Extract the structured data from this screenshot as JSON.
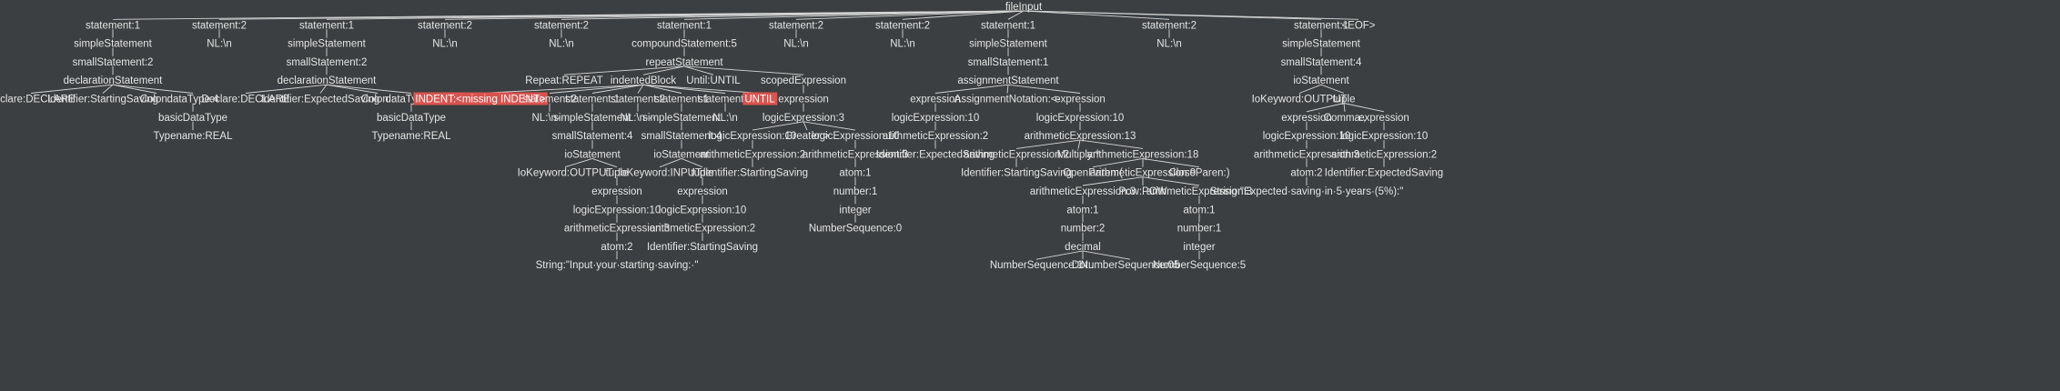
{
  "tree": {
    "root": {
      "id": "root",
      "label": "fileInput"
    },
    "nodes": [
      {
        "id": "s1",
        "parent": "root",
        "label": "statement:1"
      },
      {
        "id": "s1a",
        "parent": "s1",
        "label": "simpleStatement"
      },
      {
        "id": "s1b",
        "parent": "s1a",
        "label": "smallStatement:2"
      },
      {
        "id": "s1c",
        "parent": "s1b",
        "label": "declarationStatement"
      },
      {
        "id": "s1d1",
        "parent": "s1c",
        "label": "Declare:DECLARE"
      },
      {
        "id": "s1d2",
        "parent": "s1c",
        "label": "Identifier:StartingSaving"
      },
      {
        "id": "s1d3",
        "parent": "s1c",
        "label": "Colon::"
      },
      {
        "id": "s1d4",
        "parent": "s1c",
        "label": "dataType:4"
      },
      {
        "id": "s1e",
        "parent": "s1d4",
        "label": "basicDataType"
      },
      {
        "id": "s1f",
        "parent": "s1e",
        "label": "Typename:REAL"
      },
      {
        "id": "s2",
        "parent": "root",
        "label": "statement:2"
      },
      {
        "id": "s2a",
        "parent": "s2",
        "label": "NL:\\n"
      },
      {
        "id": "s3",
        "parent": "root",
        "label": "statement:1"
      },
      {
        "id": "s3a",
        "parent": "s3",
        "label": "simpleStatement"
      },
      {
        "id": "s3b",
        "parent": "s3a",
        "label": "smallStatement:2"
      },
      {
        "id": "s3c",
        "parent": "s3b",
        "label": "declarationStatement"
      },
      {
        "id": "s3d1",
        "parent": "s3c",
        "label": "Declare:DECLARE"
      },
      {
        "id": "s3d2",
        "parent": "s3c",
        "label": "Identifier:ExpectedSaving"
      },
      {
        "id": "s3d3",
        "parent": "s3c",
        "label": "Colon::"
      },
      {
        "id": "s3d4",
        "parent": "s3c",
        "label": "dataType:4"
      },
      {
        "id": "s3e",
        "parent": "s3d4",
        "label": "basicDataType"
      },
      {
        "id": "s3f",
        "parent": "s3e",
        "label": "Typename:REAL"
      },
      {
        "id": "s4",
        "parent": "root",
        "label": "statement:2"
      },
      {
        "id": "s4a",
        "parent": "s4",
        "label": "NL:\\n"
      },
      {
        "id": "s5",
        "parent": "root",
        "label": "statement:2"
      },
      {
        "id": "s5a",
        "parent": "s5",
        "label": "NL:\\n"
      },
      {
        "id": "s6",
        "parent": "root",
        "label": "statement:1"
      },
      {
        "id": "s6a",
        "parent": "s6",
        "label": "compoundStatement:5"
      },
      {
        "id": "s6b",
        "parent": "s6a",
        "label": "repeatStatement"
      },
      {
        "id": "rp",
        "parent": "s6b",
        "label": "Repeat:REPEAT"
      },
      {
        "id": "ib",
        "parent": "s6b",
        "label": "indentedBlock"
      },
      {
        "id": "ut",
        "parent": "s6b",
        "label": "Until:UNTIL"
      },
      {
        "id": "se",
        "parent": "s6b",
        "label": "scopedExpression"
      },
      {
        "id": "ib1",
        "parent": "ib",
        "label": "INDENT:<missing INDENT>",
        "error": true
      },
      {
        "id": "ib2",
        "parent": "ib",
        "label": "statement:2"
      },
      {
        "id": "ib2a",
        "parent": "ib2",
        "label": "NL:\\n···"
      },
      {
        "id": "ib3",
        "parent": "ib",
        "label": "statement:1"
      },
      {
        "id": "ib3a",
        "parent": "ib3",
        "label": "simpleStatement"
      },
      {
        "id": "ib3b",
        "parent": "ib3a",
        "label": "smallStatement:4"
      },
      {
        "id": "ib3c",
        "parent": "ib3b",
        "label": "ioStatement"
      },
      {
        "id": "ib3d1",
        "parent": "ib3c",
        "label": "IoKeyword:OUTPUT"
      },
      {
        "id": "ib3d2",
        "parent": "ib3c",
        "label": "tuple"
      },
      {
        "id": "ib3e",
        "parent": "ib3d2",
        "label": "expression"
      },
      {
        "id": "ib3f",
        "parent": "ib3e",
        "label": "logicExpression:10"
      },
      {
        "id": "ib3g",
        "parent": "ib3f",
        "label": "arithmeticExpression:3"
      },
      {
        "id": "ib3h",
        "parent": "ib3g",
        "label": "atom:2"
      },
      {
        "id": "ib3i",
        "parent": "ib3h",
        "label": "String:\"Input·your·starting·saving:·\""
      },
      {
        "id": "ib4",
        "parent": "ib",
        "label": "statement:2"
      },
      {
        "id": "ib4a",
        "parent": "ib4",
        "label": "NL:\\n···"
      },
      {
        "id": "ib5",
        "parent": "ib",
        "label": "statement:1"
      },
      {
        "id": "ib5a",
        "parent": "ib5",
        "label": "simpleStatement"
      },
      {
        "id": "ib5b",
        "parent": "ib5a",
        "label": "smallStatement:4"
      },
      {
        "id": "ib5c",
        "parent": "ib5b",
        "label": "ioStatement"
      },
      {
        "id": "ib5d1",
        "parent": "ib5c",
        "label": "IoKeyword:INPUT"
      },
      {
        "id": "ib5d2",
        "parent": "ib5c",
        "label": "tuple"
      },
      {
        "id": "ib5e",
        "parent": "ib5d2",
        "label": "expression"
      },
      {
        "id": "ib5f",
        "parent": "ib5e",
        "label": "logicExpression:10"
      },
      {
        "id": "ib5g",
        "parent": "ib5f",
        "label": "arithmeticExpression:2"
      },
      {
        "id": "ib5h",
        "parent": "ib5g",
        "label": "Identifier:StartingSaving"
      },
      {
        "id": "ib6",
        "parent": "ib",
        "label": "statement:2"
      },
      {
        "id": "ib6a",
        "parent": "ib6",
        "label": "NL:\\n"
      },
      {
        "id": "ib7",
        "parent": "ib",
        "label": "UNTIL",
        "error": true
      },
      {
        "id": "se1",
        "parent": "se",
        "label": "expression"
      },
      {
        "id": "se2",
        "parent": "se1",
        "label": "logicExpression:3"
      },
      {
        "id": "se3a",
        "parent": "se2",
        "label": "logicExpression:10"
      },
      {
        "id": "se3b",
        "parent": "se2",
        "label": "Greater:>"
      },
      {
        "id": "se3c",
        "parent": "se2",
        "label": "logicExpression:10"
      },
      {
        "id": "se4a",
        "parent": "se3a",
        "label": "arithmeticExpression:2"
      },
      {
        "id": "se5a",
        "parent": "se4a",
        "label": "Identifier:StartingSaving"
      },
      {
        "id": "se4c",
        "parent": "se3c",
        "label": "arithmeticExpression:3"
      },
      {
        "id": "se5c",
        "parent": "se4c",
        "label": "atom:1"
      },
      {
        "id": "se6c",
        "parent": "se5c",
        "label": "number:1"
      },
      {
        "id": "se7c",
        "parent": "se6c",
        "label": "integer"
      },
      {
        "id": "se8c",
        "parent": "se7c",
        "label": "NumberSequence:0"
      },
      {
        "id": "s7",
        "parent": "root",
        "label": "statement:2"
      },
      {
        "id": "s7a",
        "parent": "s7",
        "label": "NL:\\n"
      },
      {
        "id": "s8",
        "parent": "root",
        "label": "statement:2"
      },
      {
        "id": "s8a",
        "parent": "s8",
        "label": "NL:\\n"
      },
      {
        "id": "s9",
        "parent": "root",
        "label": "statement:1"
      },
      {
        "id": "s9a",
        "parent": "s9",
        "label": "simpleStatement"
      },
      {
        "id": "s9b",
        "parent": "s9a",
        "label": "smallStatement:1"
      },
      {
        "id": "s9c",
        "parent": "s9b",
        "label": "assignmentStatement"
      },
      {
        "id": "s9d1",
        "parent": "s9c",
        "label": "expression"
      },
      {
        "id": "s9d2",
        "parent": "s9c",
        "label": "AssignmentNotation:<-"
      },
      {
        "id": "s9d3",
        "parent": "s9c",
        "label": "expression"
      },
      {
        "id": "s9e1",
        "parent": "s9d1",
        "label": "logicExpression:10"
      },
      {
        "id": "s9f1",
        "parent": "s9e1",
        "label": "arithmeticExpression:2"
      },
      {
        "id": "s9g1",
        "parent": "s9f1",
        "label": "Identifier:ExpectedSaving"
      },
      {
        "id": "s9e3",
        "parent": "s9d3",
        "label": "logicExpression:10"
      },
      {
        "id": "s9f3",
        "parent": "s9e3",
        "label": "arithmeticExpression:13"
      },
      {
        "id": "s9g1b",
        "parent": "s9f3",
        "label": "arithmeticExpression:2"
      },
      {
        "id": "s9g2",
        "parent": "s9f3",
        "label": "Multiply:*"
      },
      {
        "id": "s9g3",
        "parent": "s9f3",
        "label": "arithmeticExpression:18"
      },
      {
        "id": "s9h1",
        "parent": "s9g1b",
        "label": "Identifier:StartingSaving"
      },
      {
        "id": "s9h2",
        "parent": "s9g3",
        "label": "OpenParen:("
      },
      {
        "id": "s9h3",
        "parent": "s9g3",
        "label": "arithmeticExpression:9"
      },
      {
        "id": "s9h4",
        "parent": "s9g3",
        "label": "CloseParen:)"
      },
      {
        "id": "s9i1",
        "parent": "s9h3",
        "label": "arithmeticExpression:3"
      },
      {
        "id": "s9i2",
        "parent": "s9h3",
        "label": "Pow:POW"
      },
      {
        "id": "s9i3",
        "parent": "s9h3",
        "label": "arithmeticExpression:3"
      },
      {
        "id": "s9j1",
        "parent": "s9i1",
        "label": "atom:1"
      },
      {
        "id": "s9k1",
        "parent": "s9j1",
        "label": "number:2"
      },
      {
        "id": "s9l1",
        "parent": "s9k1",
        "label": "decimal"
      },
      {
        "id": "s9m1",
        "parent": "s9l1",
        "label": "NumberSequence:1"
      },
      {
        "id": "s9m2",
        "parent": "s9l1",
        "label": "Dot:."
      },
      {
        "id": "s9m3",
        "parent": "s9l1",
        "label": "NumberSequence:05"
      },
      {
        "id": "s9j3",
        "parent": "s9i3",
        "label": "atom:1"
      },
      {
        "id": "s9k3",
        "parent": "s9j3",
        "label": "number:1"
      },
      {
        "id": "s9l3",
        "parent": "s9k3",
        "label": "integer"
      },
      {
        "id": "s9m4",
        "parent": "s9l3",
        "label": "NumberSequence:5"
      },
      {
        "id": "s10",
        "parent": "root",
        "label": "statement:2"
      },
      {
        "id": "s10a",
        "parent": "s10",
        "label": "NL:\\n"
      },
      {
        "id": "s11",
        "parent": "root",
        "label": "statement:1"
      },
      {
        "id": "s11a",
        "parent": "s11",
        "label": "simpleStatement"
      },
      {
        "id": "s11b",
        "parent": "s11a",
        "label": "smallStatement:4"
      },
      {
        "id": "s11c",
        "parent": "s11b",
        "label": "ioStatement"
      },
      {
        "id": "s11d1",
        "parent": "s11c",
        "label": "IoKeyword:OUTPUT"
      },
      {
        "id": "s11d2",
        "parent": "s11c",
        "label": "tuple"
      },
      {
        "id": "s11e1",
        "parent": "s11d2",
        "label": "expression"
      },
      {
        "id": "s11e2",
        "parent": "s11d2",
        "label": "Comma:,"
      },
      {
        "id": "s11e3",
        "parent": "s11d2",
        "label": "expression"
      },
      {
        "id": "s11f1",
        "parent": "s11e1",
        "label": "logicExpression:10"
      },
      {
        "id": "s11g1",
        "parent": "s11f1",
        "label": "arithmeticExpression:3"
      },
      {
        "id": "s11h1",
        "parent": "s11g1",
        "label": "atom:2"
      },
      {
        "id": "s11i1",
        "parent": "s11h1",
        "label": "String:\"Expected·saving·in·5·years·(5%):\""
      },
      {
        "id": "s11f3",
        "parent": "s11e3",
        "label": "logicExpression:10"
      },
      {
        "id": "s11g3",
        "parent": "s11f3",
        "label": "arithmeticExpression:2"
      },
      {
        "id": "s11h3",
        "parent": "s11g3",
        "label": "Identifier:ExpectedSaving"
      },
      {
        "id": "eof",
        "parent": "root",
        "label": "<EOF>"
      }
    ]
  },
  "colors": {
    "background": "#3c3f41",
    "text": "#e4e4e4",
    "edge": "#d5d5d5",
    "error_fill": "#d9534f",
    "error_text": "#ffffff"
  }
}
